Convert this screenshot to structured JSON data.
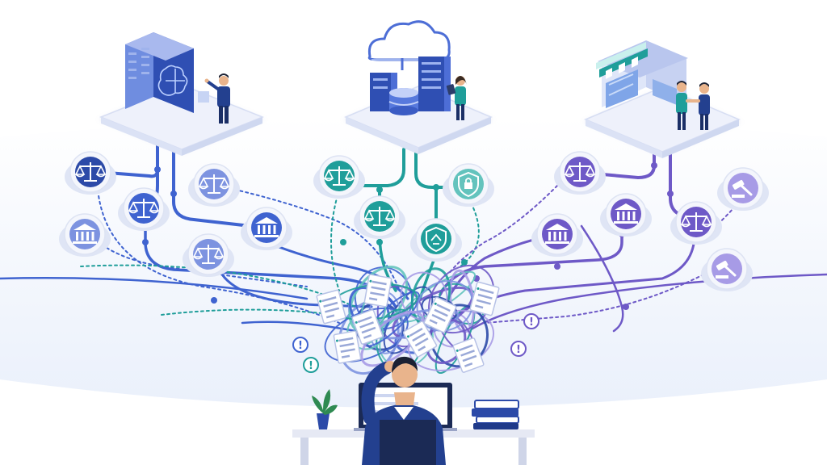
{
  "colors": {
    "blue_dark": "#2c4aa8",
    "blue_mid": "#3f63d0",
    "blue_light": "#7d93e0",
    "teal": "#1f9e9a",
    "teal_light": "#63c3bd",
    "purple": "#6e59c7",
    "purple_light": "#a79be6",
    "platform": "#eef1fb",
    "ground_arc": "#eaf0fb",
    "paper": "#ffffff",
    "person_suit": "#23408f",
    "skin": "#e9b48c"
  },
  "hubs": [
    {
      "id": "hub-ai-datacenter",
      "icon": "brain-server-icon",
      "figure": "presenter-person"
    },
    {
      "id": "hub-cloud-storage",
      "icon": "cloud-database-icon",
      "figure": "tablet-person"
    },
    {
      "id": "hub-storefront",
      "icon": "storefront-icon",
      "figure": "handshake-people"
    }
  ],
  "nodes": [
    {
      "icon": "scales-icon",
      "color": "blue_dark"
    },
    {
      "icon": "scales-icon",
      "color": "blue_light"
    },
    {
      "icon": "scales-icon",
      "color": "blue_mid"
    },
    {
      "icon": "courthouse-icon",
      "color": "blue_light"
    },
    {
      "icon": "courthouse-icon",
      "color": "blue_mid"
    },
    {
      "icon": "scales-icon",
      "color": "blue_light"
    },
    {
      "icon": "scales-icon",
      "color": "teal"
    },
    {
      "icon": "shield-lock-icon",
      "color": "teal_light"
    },
    {
      "icon": "scales-icon",
      "color": "teal"
    },
    {
      "icon": "shield-icon",
      "color": "teal"
    },
    {
      "icon": "scales-icon",
      "color": "purple"
    },
    {
      "icon": "courthouse-icon",
      "color": "purple"
    },
    {
      "icon": "courthouse-icon",
      "color": "purple"
    },
    {
      "icon": "gavel-icon",
      "color": "purple_light"
    },
    {
      "icon": "scales-icon",
      "color": "purple"
    },
    {
      "icon": "gavel-icon",
      "color": "purple_light"
    }
  ],
  "alerts": [
    "!",
    "!",
    "!",
    "!"
  ],
  "bottom": {
    "figure": "stressed-person-at-desk",
    "items": [
      "plant-icon",
      "laptop-icon",
      "book-stack-icon"
    ]
  }
}
